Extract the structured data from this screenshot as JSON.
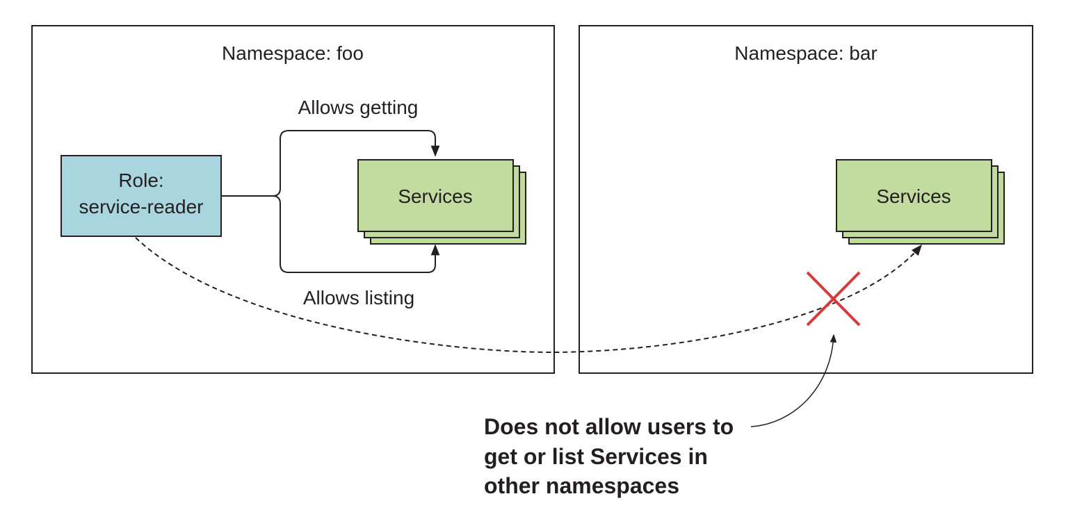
{
  "namespaces": [
    {
      "label": "Namespace: foo"
    },
    {
      "label": "Namespace: bar"
    }
  ],
  "role": {
    "line1": "Role:",
    "line2": "service-reader"
  },
  "services_foo": {
    "label": "Services"
  },
  "services_bar": {
    "label": "Services"
  },
  "edges": {
    "getting": "Allows getting",
    "listing": "Allows listing"
  },
  "annotation": {
    "lines": [
      "Does not allow users to",
      "get or list Services in",
      "other namespaces"
    ]
  },
  "colors": {
    "role_fill": "#a8d5de",
    "services_fill": "#c2dc9f",
    "cross": "#d63a3a"
  },
  "icons": [
    "cross-mark-icon"
  ]
}
